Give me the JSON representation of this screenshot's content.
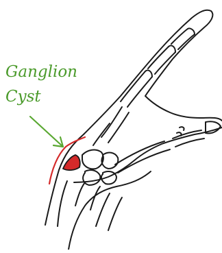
{
  "annotation": {
    "line1": "Ganglion",
    "line2": "Cyst",
    "text_color": "#4a9a2a",
    "arrow_color": "#5aa832"
  },
  "highlight": {
    "cyst_color": "#d42a2a",
    "outline_color": "#d42a2a"
  },
  "illustration": {
    "subject": "hand-wrist-bones-with-ganglion-cyst",
    "stroke_color": "#1a1a1a"
  }
}
